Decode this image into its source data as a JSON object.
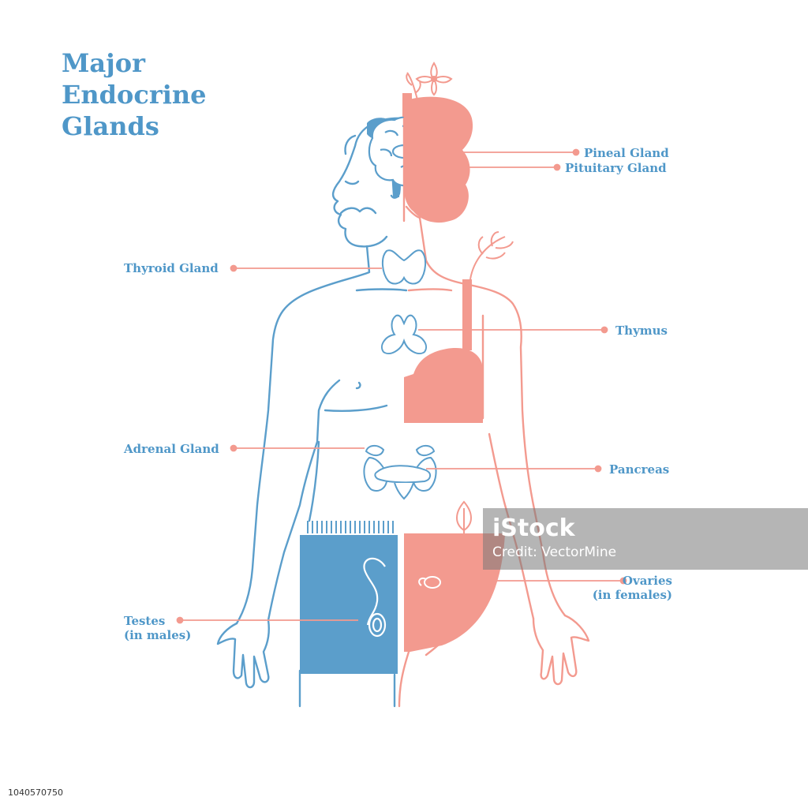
{
  "title": {
    "line1": "Major",
    "line2": "Endocrine",
    "line3": "Glands"
  },
  "labels": {
    "pineal": "Pineal Gland",
    "pituitary": "Pituitary Gland",
    "thyroid": "Thyroid Gland",
    "thymus": "Thymus",
    "adrenal": "Adrenal Gland",
    "pancreas": "Pancreas",
    "ovaries_1": "Ovaries",
    "ovaries_2": "(in females)",
    "testes_1": "Testes",
    "testes_2": "(in males)"
  },
  "watermark": {
    "logo": "iStock",
    "credit": "Credit: VectorMine"
  },
  "image_id": "1040570750",
  "colors": {
    "male_blue": "#5b9ecb",
    "female_pink": "#f39a8f",
    "label_text": "#4f97c8",
    "pointer_line": "#f39a8f",
    "background": "#ffffff"
  }
}
